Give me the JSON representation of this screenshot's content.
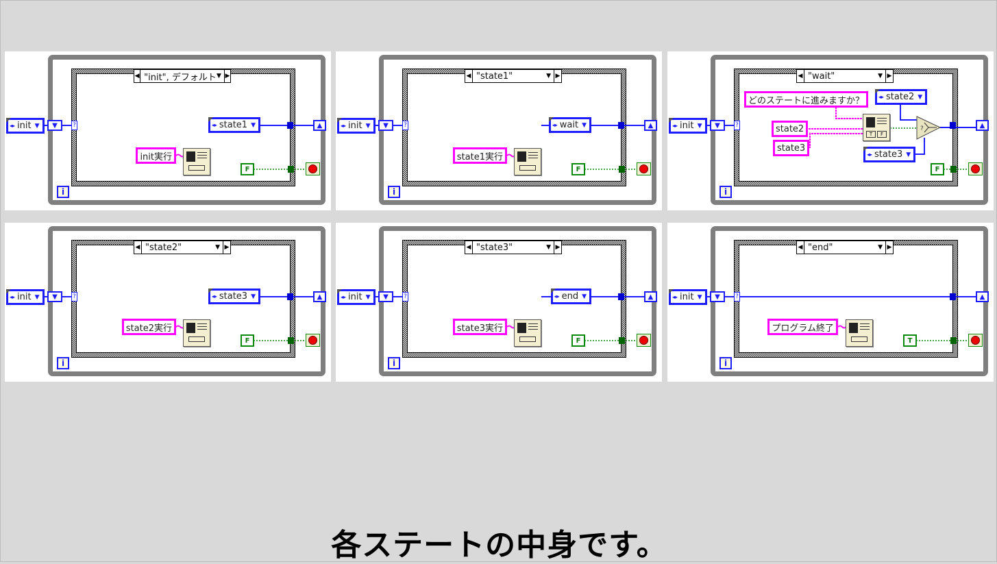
{
  "slide_title": "各ステートの中身です。",
  "panels": [
    {
      "type": "normal",
      "selector": "\"init\", デフォルト",
      "enum_in": "init",
      "enum_out": "state1",
      "message": "init実行",
      "bool": "F"
    },
    {
      "type": "normal",
      "selector": "\"state1\"",
      "enum_in": "init",
      "enum_out": "wait",
      "message": "state1実行",
      "bool": "F"
    },
    {
      "type": "wait",
      "selector": "\"wait\"",
      "enum_in": "init",
      "prompt": "どのステートに進みますか？",
      "btn_true_label": "state2",
      "btn_false_label": "state3",
      "enum_true": "state2",
      "enum_false": "state3",
      "dialog_buttons": [
        "T",
        "F"
      ],
      "bool": "F"
    },
    {
      "type": "normal",
      "selector": "\"state2\"",
      "enum_in": "init",
      "enum_out": "state3",
      "message": "state2実行",
      "bool": "F"
    },
    {
      "type": "normal",
      "selector": "\"state3\"",
      "enum_in": "init",
      "enum_out": "end",
      "message": "state3実行",
      "bool": "F"
    },
    {
      "type": "end",
      "selector": "\"end\"",
      "enum_in": "init",
      "message": "プログラム終了",
      "bool": "T"
    }
  ],
  "iteration_label": "i",
  "case_selector_terminal": "?",
  "colors": {
    "enum_wire": "#1c1cff",
    "string_wire": "#ff00ff",
    "bool_wire": "#0a8a0a",
    "loop_border": "#7f7f7f"
  }
}
